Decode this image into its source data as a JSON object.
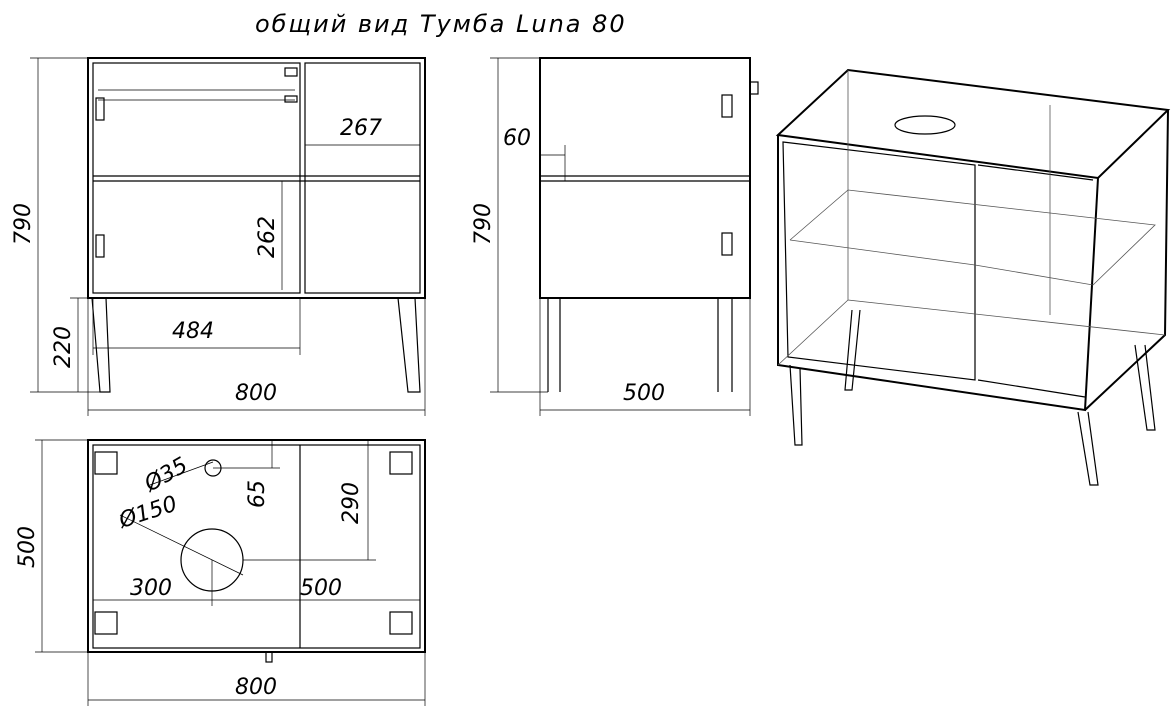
{
  "title": "общий вид Тумба Luna 80",
  "front_view": {
    "height": "790",
    "leg_height": "220",
    "section_width": "267",
    "shelf_height": "262",
    "left_width": "484",
    "width": "800"
  },
  "side_view": {
    "height": "790",
    "offset": "60",
    "depth": "500"
  },
  "top_view": {
    "depth": "500",
    "small_hole": "Ø35",
    "small_hole_offset": "65",
    "large_hole_offset": "290",
    "large_hole": "Ø150",
    "large_hole_x": "300",
    "right_distance": "500",
    "width": "800"
  }
}
